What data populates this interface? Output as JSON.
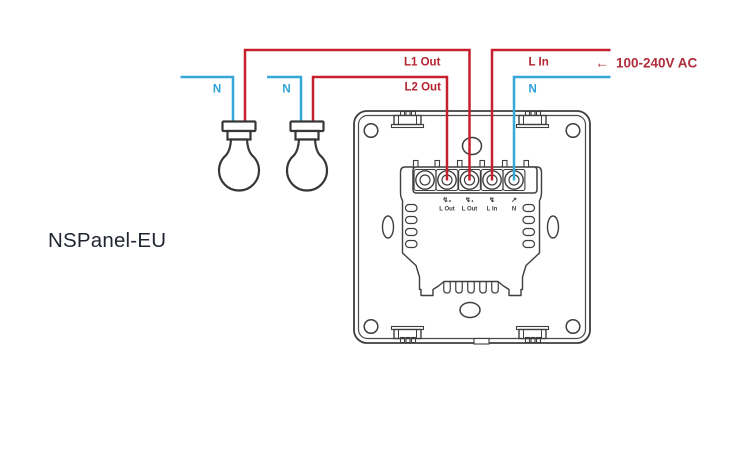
{
  "device": {
    "name": "NSPanel-EU"
  },
  "supply": {
    "voltage_label": "100-240V AC",
    "arrow": "←",
    "live_label": "L In",
    "neutral_label": "N"
  },
  "lights": [
    {
      "neutral_label": "N",
      "live_label": "L1 Out"
    },
    {
      "neutral_label": "N",
      "live_label": "L2 Out"
    }
  ],
  "terminal_strip": {
    "terminals": [
      {
        "symbol": "",
        "label": ""
      },
      {
        "symbol": "↯₂",
        "label": "L Out"
      },
      {
        "symbol": "↯₁",
        "label": "L Out"
      },
      {
        "symbol": "↯",
        "label": "L In"
      },
      {
        "symbol": "↗",
        "label": "N"
      }
    ]
  },
  "colors": {
    "live_wire": "#c5202b",
    "neutral_wire": "#35a7d9",
    "live_label": "#b5232f",
    "neutral_label": "#2ba3d8",
    "outline": "#3e3e3e",
    "device_text": "#1f2430"
  }
}
